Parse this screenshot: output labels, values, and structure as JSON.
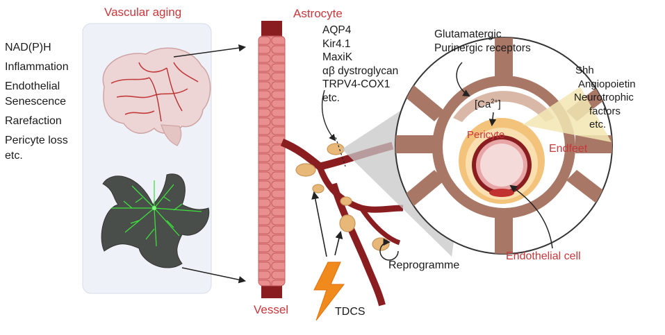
{
  "title": "Vascular aging",
  "aging_factors": [
    "NAD(P)H",
    "Inflammation",
    "Endothelial",
    "Senescence",
    "Rarefaction",
    "Pericyte loss",
    "etc."
  ],
  "labels": {
    "astrocyte": "Astrocyte",
    "astrocyte_channels": [
      "AQP4",
      "Kir4.1",
      "MaxiK",
      "αβ dystroglycan",
      "TRPV4-COX1",
      "etc."
    ],
    "receptors": [
      "Glutamatergic",
      "Purinergic receptors"
    ],
    "calcium": "[Ca",
    "calcium_sup": "2+",
    "calcium_close": "]",
    "factors": [
      "Shh",
      "Angiopoietin",
      "Neurotrophic",
      "factors",
      "etc."
    ],
    "pericyte": "Pericyte",
    "endfeet": "Endfeet",
    "endothelial_cell": "Endothelial cell",
    "reprogramme": "Reprogramme",
    "vessel": "Vessel",
    "tdcs": "TDCS"
  },
  "colors": {
    "accent_red": "#c8373a",
    "vessel_pink": "#e07a7a",
    "vessel_dark": "#8a1d20",
    "astro_tan": "#e8b878",
    "endfeet_brown": "#a87766",
    "lightning": "#f08a1c",
    "retina_green": "#3ce23c",
    "panel_blue": "#eef2f8"
  },
  "icons": [
    "brain-icon",
    "retina-icon",
    "lightning-icon",
    "reprogramme-cycle-icon"
  ]
}
